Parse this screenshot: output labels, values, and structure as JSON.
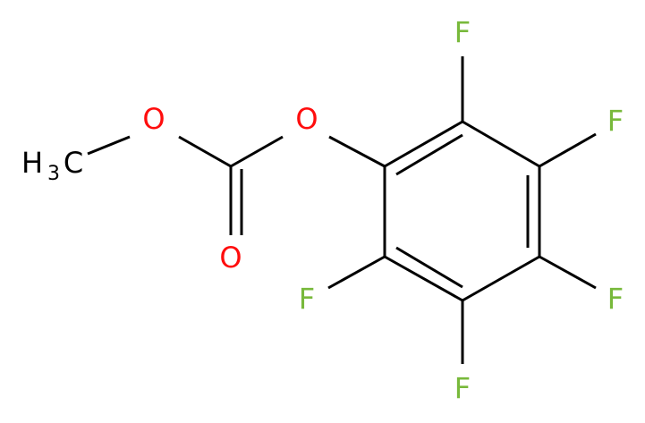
{
  "molecule": {
    "atoms": {
      "methyl_h": "H",
      "methyl_sub": "3",
      "methyl_c": "C",
      "ester_o": "O",
      "carbonyl_o": "O",
      "aryl_o": "O",
      "f_top": "F",
      "f_upper_right": "F",
      "f_lower_right": "F",
      "f_bottom": "F",
      "f_left": "F"
    },
    "colors": {
      "bond": "#000000",
      "carbon": "#000000",
      "oxygen": "#ff0d0d",
      "fluorine": "#78b93b"
    }
  }
}
